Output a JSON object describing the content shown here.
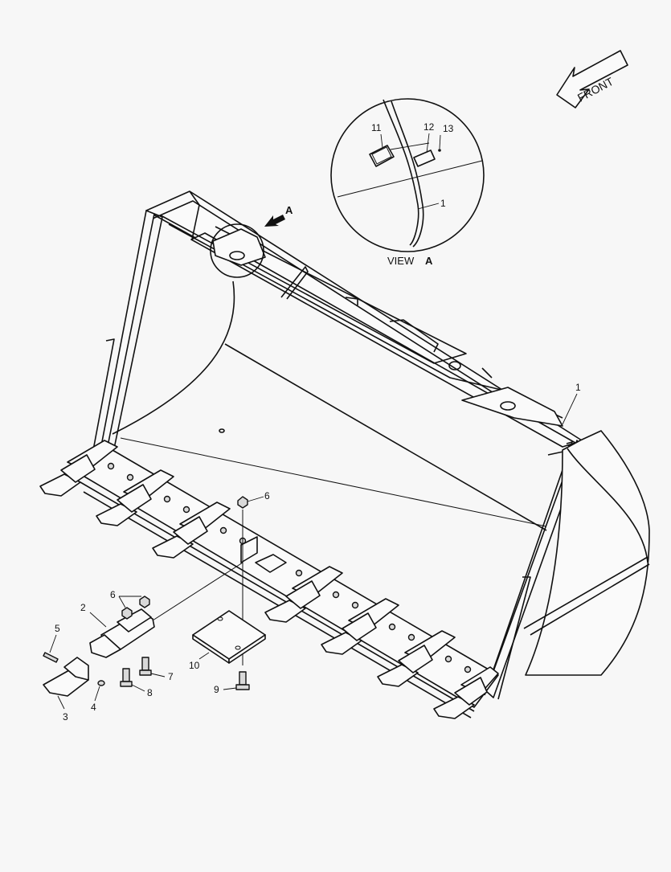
{
  "front_label": "FRONT",
  "view_arrow_label": "A",
  "view_label": {
    "prefix": "VIEW",
    "letter": "A"
  },
  "callouts": {
    "c1_main": "1",
    "c1_view": "1",
    "c2": "2",
    "c3": "3",
    "c4": "4",
    "c5": "5",
    "c6_edge": "6",
    "c6_adapter": "6",
    "c7": "7",
    "c8": "8",
    "c9": "9",
    "c10": "10",
    "c11": "11",
    "c12": "12",
    "c13": "13"
  }
}
